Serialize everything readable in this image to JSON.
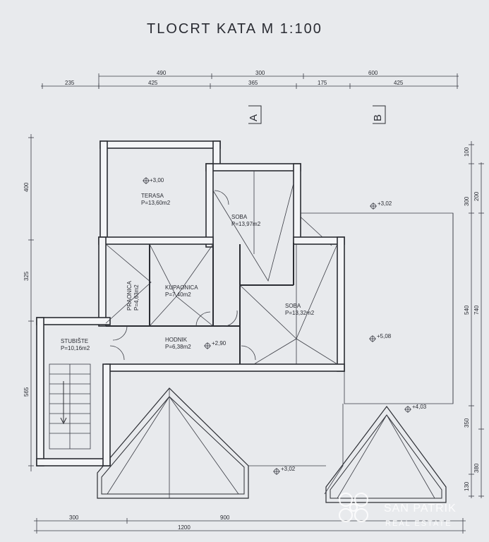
{
  "title": "TLOCRT KATA   M 1:100",
  "dimensions": {
    "top_row1": [
      "490",
      "300",
      "600"
    ],
    "top_row2": [
      "235",
      "425",
      "365",
      "175",
      "425"
    ],
    "left": [
      "400",
      "325",
      "565"
    ],
    "right_inner": [
      "100",
      "300",
      "540",
      "350",
      "130"
    ],
    "right_outer": [
      "200",
      "740",
      "380"
    ],
    "bottom_row1": [
      "300",
      "900"
    ],
    "bottom_row2": [
      "1200"
    ]
  },
  "section_markers": [
    "A",
    "B"
  ],
  "rooms": [
    {
      "name": "TERASA",
      "area": "P=13,60m2"
    },
    {
      "name": "SOBA",
      "area": "P=13,97m2"
    },
    {
      "name": "KUPAONICA",
      "area": "P=7,40m2"
    },
    {
      "name": "PRAONICA",
      "area": "P=4,63m2"
    },
    {
      "name": "SOBA",
      "area": "P=13,32m2"
    },
    {
      "name": "STUBIŠTE",
      "area": "P=10,16m2"
    },
    {
      "name": "HODNIK",
      "area": "P=6,38m2"
    }
  ],
  "levels": [
    "+3,00",
    "+3,02",
    "+5,08",
    "+2,90",
    "+4,03",
    "+3,02"
  ],
  "watermark": {
    "name": "SAN PATRIK",
    "tagline": "REAL ESTATE"
  }
}
